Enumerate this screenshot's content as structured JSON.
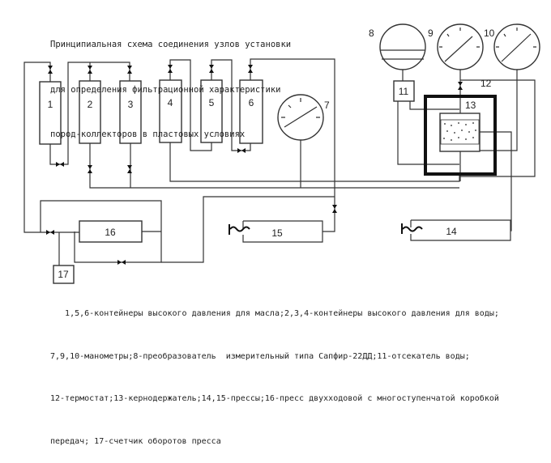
{
  "title": {
    "lines": [
      "Принципиальная схема соединения узлов установки",
      "для определения фильтрационной характеристики",
      "пород-коллекторов в пластовых условиях"
    ]
  },
  "labels": {
    "c1": "1",
    "c2": "2",
    "c3": "3",
    "c4": "4",
    "c5": "5",
    "c6": "6",
    "g7": "7",
    "g8": "8",
    "g9": "9",
    "g10": "10",
    "b11": "11",
    "t12": "12",
    "h13": "13",
    "p14": "14",
    "p15": "15",
    "p16": "16",
    "c17": "17"
  },
  "caption": {
    "lines": [
      "   1,5,6-контейнеры высокого давления для масла;2,3,4-контейнеры высокого давления для воды;",
      "7,9,10-манометры;8-преобразователь  измерительный типа Сапфир-22ДД;11-отсекатель воды;",
      "12-термостат;13-кернодержатель;14,15-прессы;16-пресс двухходовой с многоступенчатой коробкой",
      "передач; 17-счетчик оборотов пресса"
    ]
  }
}
